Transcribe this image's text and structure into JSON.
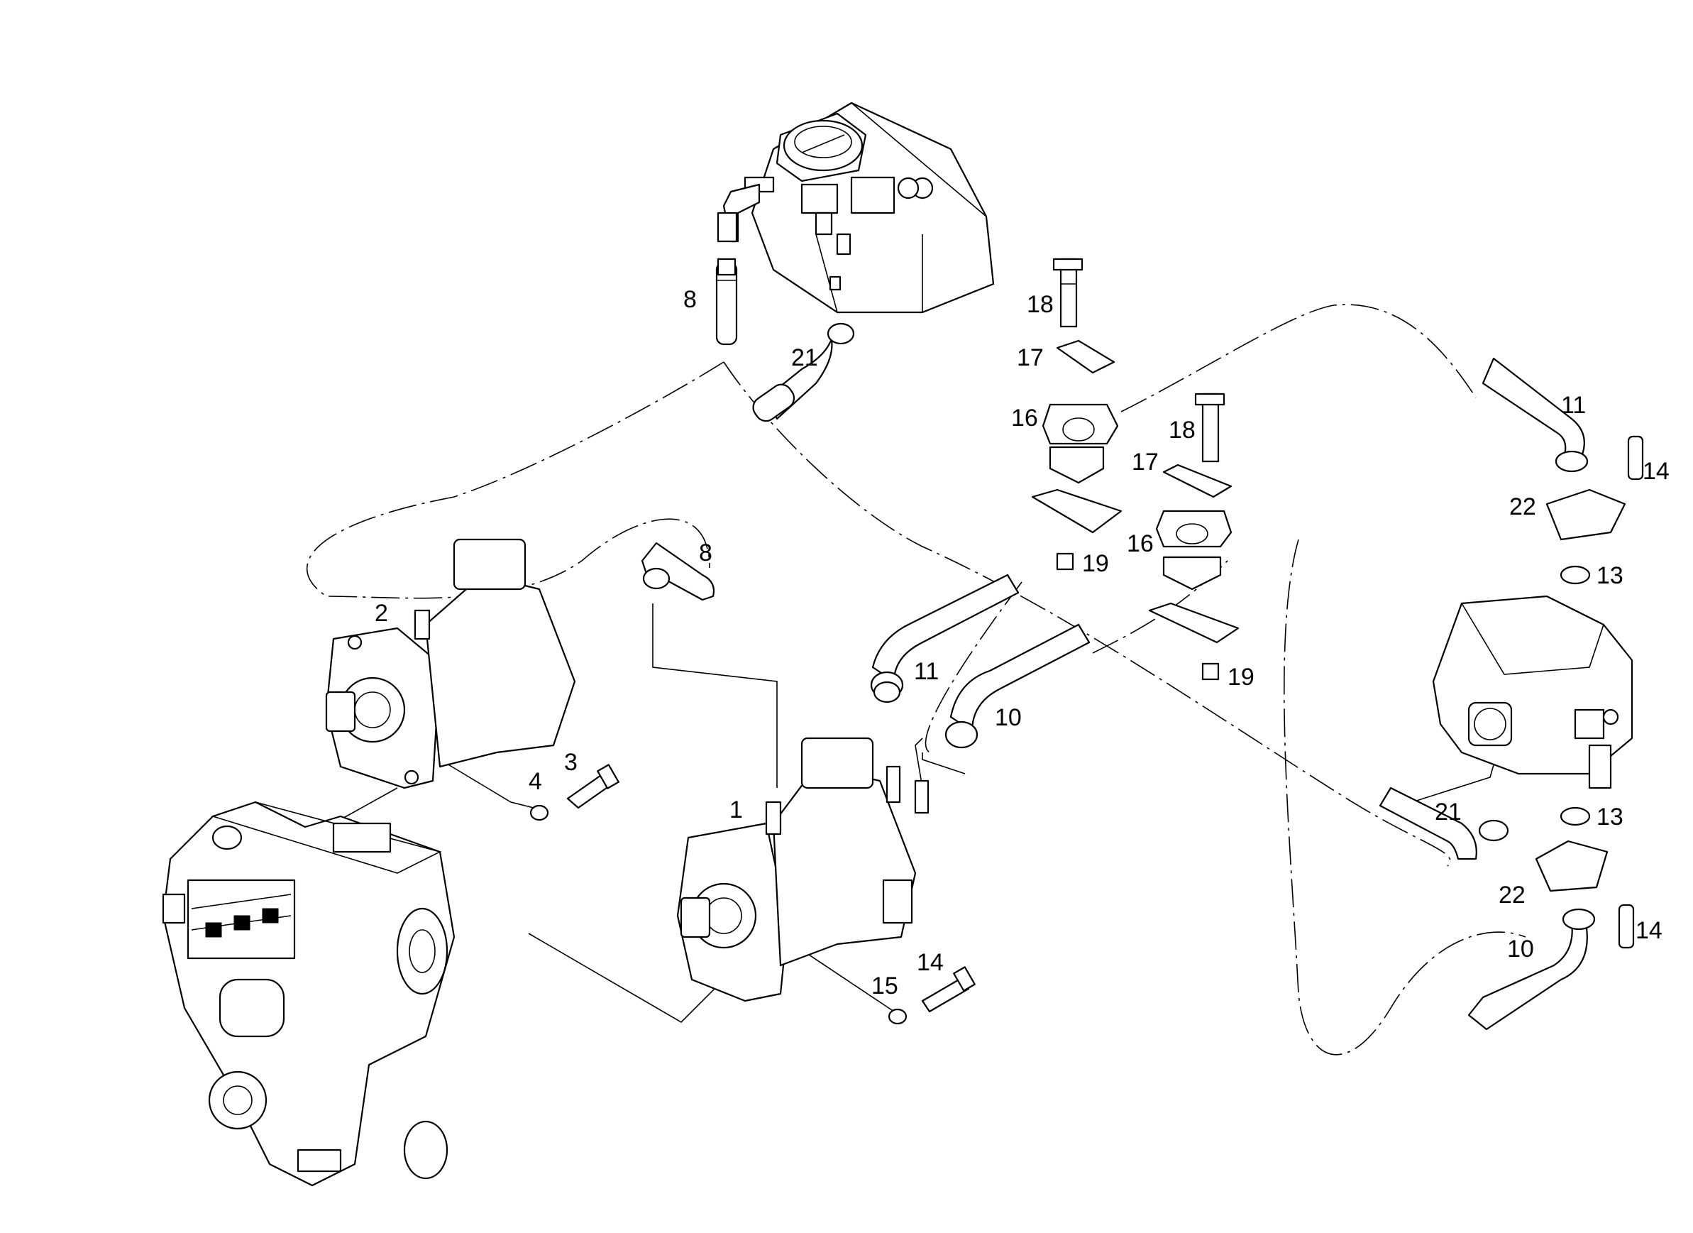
{
  "callouts": [
    {
      "id": "c1",
      "text": "1"
    },
    {
      "id": "c2",
      "text": "2"
    },
    {
      "id": "c3",
      "text": "3"
    },
    {
      "id": "c4",
      "text": "4"
    },
    {
      "id": "c8a",
      "text": "8"
    },
    {
      "id": "c8b",
      "text": "8"
    },
    {
      "id": "c10a",
      "text": "10"
    },
    {
      "id": "c10b",
      "text": "10"
    },
    {
      "id": "c11a",
      "text": "11"
    },
    {
      "id": "c11b",
      "text": "11"
    },
    {
      "id": "c13a",
      "text": "13"
    },
    {
      "id": "c13b",
      "text": "13"
    },
    {
      "id": "c14a",
      "text": "14"
    },
    {
      "id": "c14b",
      "text": "14"
    },
    {
      "id": "c14c",
      "text": "14"
    },
    {
      "id": "c15",
      "text": "15"
    },
    {
      "id": "c16a",
      "text": "16"
    },
    {
      "id": "c16b",
      "text": "16"
    },
    {
      "id": "c17a",
      "text": "17"
    },
    {
      "id": "c17b",
      "text": "17"
    },
    {
      "id": "c18a",
      "text": "18"
    },
    {
      "id": "c18b",
      "text": "18"
    },
    {
      "id": "c19a",
      "text": "19"
    },
    {
      "id": "c19b",
      "text": "19"
    },
    {
      "id": "c21a",
      "text": "21"
    },
    {
      "id": "c21b",
      "text": "21"
    },
    {
      "id": "c22a",
      "text": "22"
    },
    {
      "id": "c22b",
      "text": "22"
    }
  ]
}
